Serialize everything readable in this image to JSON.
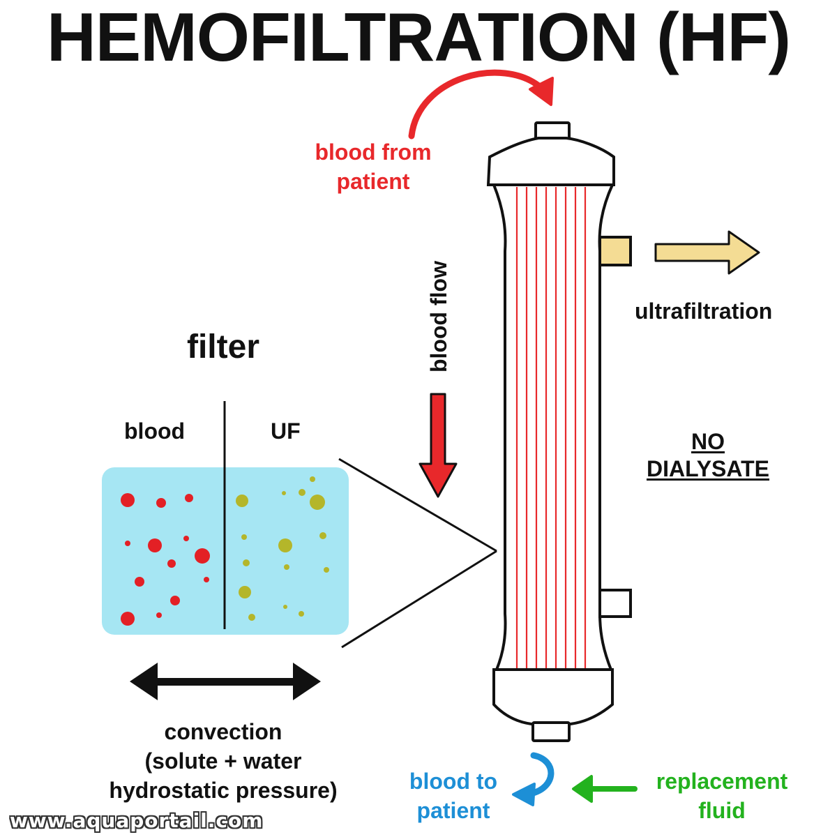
{
  "title": "HEMOFILTRATION (HF)",
  "labels": {
    "blood_from_patient": [
      "blood from",
      "patient"
    ],
    "blood_flow": "blood flow",
    "ultrafiltration": "ultrafiltration",
    "no_dialysate": [
      "NO",
      "DIALYSATE"
    ],
    "filter": "filter",
    "blood": "blood",
    "uf": "UF",
    "convection": [
      "convection",
      "(solute + water",
      "hydrostatic pressure)"
    ],
    "blood_to_patient": [
      "blood to",
      "patient"
    ],
    "replacement_fluid": [
      "replacement",
      "fluid"
    ]
  },
  "watermark": "www.aquaportail.com",
  "colors": {
    "red": "#e8282b",
    "blue": "#1d8fd6",
    "green": "#23b21e",
    "filter_bg": "#a6e6f3",
    "yellow_port": "#f4dc94",
    "uf_dots": "#b4b62a"
  },
  "icons": {
    "curved_arrow_in": "curved-red-arrow-icon",
    "down_arrow": "red-down-arrow-icon",
    "uf_arrow": "yellow-right-arrow-icon",
    "double_arrow": "double-headed-arrow-icon",
    "return_arrow": "blue-curved-arrow-icon",
    "replacement_arrow": "green-left-arrow-icon"
  }
}
